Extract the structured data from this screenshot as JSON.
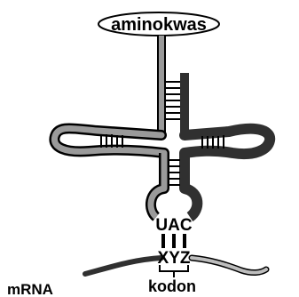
{
  "labels": {
    "amino_acid": "aminokwas",
    "anticodon": "UAC",
    "codon_bases": "XYZ",
    "codon": "kodon",
    "mrna": "mRNA"
  }
}
